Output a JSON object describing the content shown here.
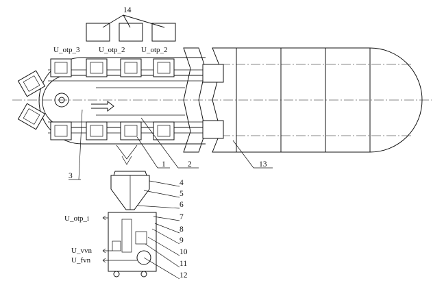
{
  "signal_labels": {
    "top_left": "U_otp_3",
    "top_middle": "U_otp_2",
    "top_right": "U_otp_2",
    "device_input": "U_otp_i",
    "vvn": "U_vvn",
    "fvn": "U_fvn"
  },
  "callouts": [
    "1",
    "2",
    "3",
    "4",
    "5",
    "6",
    "7",
    "8",
    "9",
    "10",
    "11",
    "12",
    "13",
    "14"
  ]
}
